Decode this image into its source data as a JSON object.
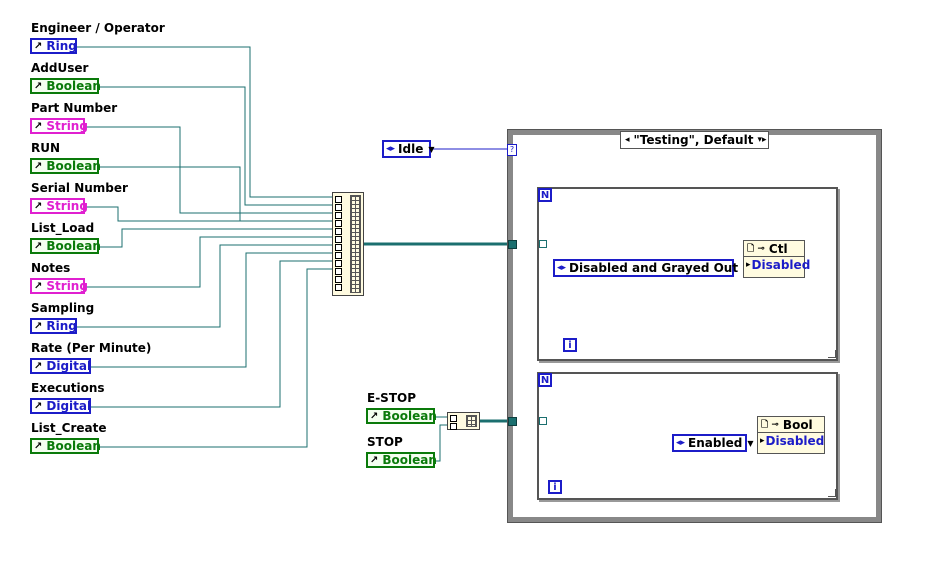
{
  "controls": [
    {
      "label": "Engineer / Operator",
      "type": "Ring"
    },
    {
      "label": "AddUser",
      "type": "Boolean"
    },
    {
      "label": "Part Number",
      "type": "String"
    },
    {
      "label": "RUN",
      "type": "Boolean"
    },
    {
      "label": "Serial Number",
      "type": "String"
    },
    {
      "label": "List_Load",
      "type": "Boolean"
    },
    {
      "label": "Notes",
      "type": "String"
    },
    {
      "label": "Sampling",
      "type": "Ring"
    },
    {
      "label": "Rate (Per Minute)",
      "type": "Digital"
    },
    {
      "label": "Executions",
      "type": "Digital"
    },
    {
      "label": "List_Create",
      "type": "Boolean"
    }
  ],
  "stop_controls": [
    {
      "label": "E-STOP",
      "type": "Boolean"
    },
    {
      "label": "STOP",
      "type": "Boolean"
    }
  ],
  "idle_enum": "Idle",
  "case_selector": "\"Testing\", Default",
  "upper_loop": {
    "count_terminal": "N",
    "iteration_terminal": "i",
    "enum_constant": "Disabled and Grayed Out",
    "property_node_class": "Ctl",
    "property": "Disabled"
  },
  "lower_loop": {
    "count_terminal": "N",
    "iteration_terminal": "i",
    "enum_constant": "Enabled",
    "property_node_class": "Bool",
    "property": "Disabled"
  },
  "colors": {
    "ring": "#1c1cc8",
    "boolean": "#0a7a0a",
    "string": "#e020d0",
    "numeric": "#1c1cc8",
    "refnum_wire": "#1b6f6f"
  }
}
